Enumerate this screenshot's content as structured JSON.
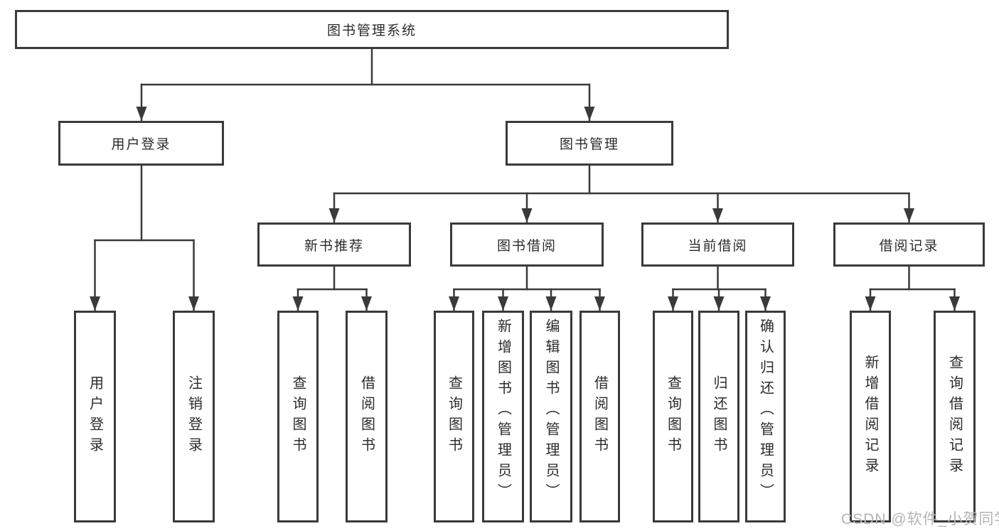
{
  "colors": {
    "line": "#3a3a3a",
    "text": "#2b2b2b",
    "watermark": "#b4b4b4",
    "background": "#ffffff"
  },
  "watermark": "CSDN @软件_小贺同学",
  "tree": {
    "root": {
      "label": "图书管理系统"
    },
    "branches": [
      {
        "label": "用户登录",
        "children": [
          {
            "label": "用户登录"
          },
          {
            "label": "注销登录"
          }
        ]
      },
      {
        "label": "图书管理",
        "children": [
          {
            "label": "新书推荐",
            "children": [
              {
                "label": "查询图书"
              },
              {
                "label": "借阅图书"
              }
            ]
          },
          {
            "label": "图书借阅",
            "children": [
              {
                "label": "查询图书"
              },
              {
                "label": "新增图书（管理员）"
              },
              {
                "label": "编辑图书（管理员）"
              },
              {
                "label": "借阅图书"
              }
            ]
          },
          {
            "label": "当前借阅",
            "children": [
              {
                "label": "查询图书"
              },
              {
                "label": "归还图书"
              },
              {
                "label": "确认归还（管理员）"
              }
            ]
          },
          {
            "label": "借阅记录",
            "children": [
              {
                "label": "新增借阅记录"
              },
              {
                "label": "查询借阅记录"
              }
            ]
          }
        ]
      }
    ]
  }
}
